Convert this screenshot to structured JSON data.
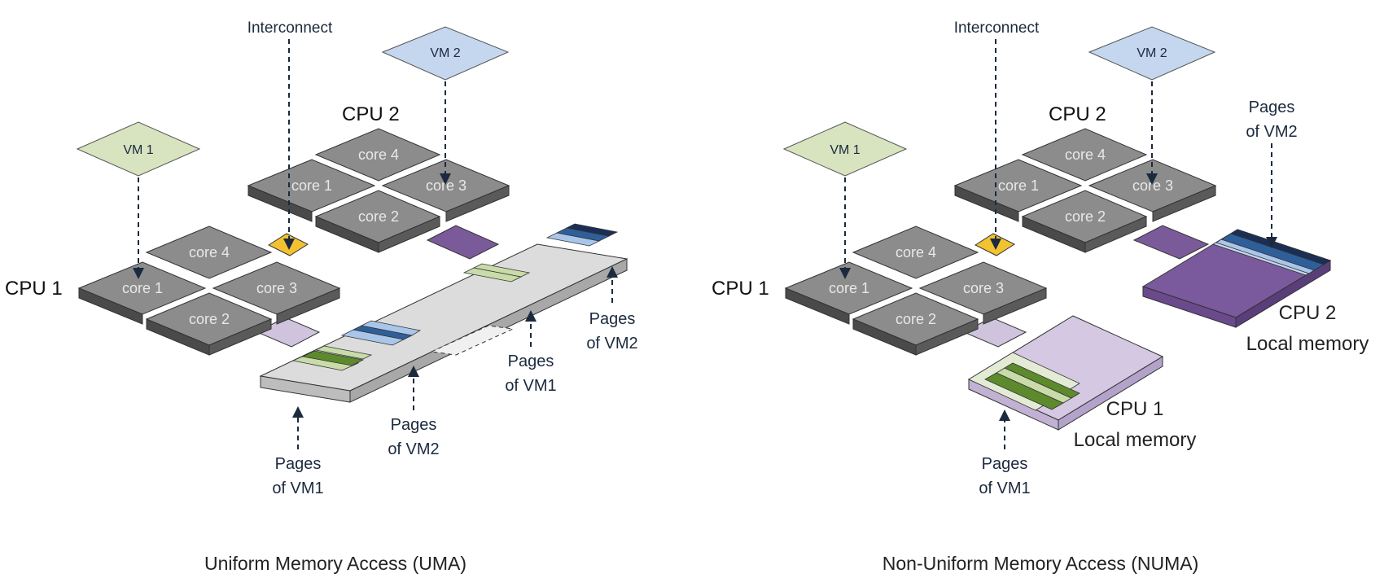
{
  "uma": {
    "caption": "Uniform Memory Access (UMA)",
    "interconnect": "Interconnect",
    "vm1": "VM 1",
    "vm2": "VM 2",
    "cpu1": "CPU 1",
    "cpu2": "CPU 2",
    "cpu1_cores": [
      "core 1",
      "core 2",
      "core 3",
      "core 4"
    ],
    "cpu2_cores": [
      "core 1",
      "core 2",
      "core 3",
      "core 4"
    ],
    "pages_vm1_a": [
      "Pages",
      "of VM1"
    ],
    "pages_vm2_a": [
      "Pages",
      "of VM2"
    ],
    "pages_vm1_b": [
      "Pages",
      "of VM1"
    ],
    "pages_vm2_b": [
      "Pages",
      "of VM2"
    ]
  },
  "numa": {
    "caption": "Non-Uniform Memory Access (NUMA)",
    "interconnect": "Interconnect",
    "vm1": "VM 1",
    "vm2": "VM 2",
    "cpu1": "CPU 1",
    "cpu2": "CPU 2",
    "cpu1_cores": [
      "core 1",
      "core 2",
      "core 3",
      "core 4"
    ],
    "cpu2_cores": [
      "core 1",
      "core 2",
      "core 3",
      "core 4"
    ],
    "pages_vm1": [
      "Pages",
      "of VM1"
    ],
    "pages_vm2": [
      "Pages",
      "of VM2"
    ],
    "cpu1_mem": [
      "CPU 1",
      "Local memory"
    ],
    "cpu2_mem": [
      "CPU 2",
      "Local memory"
    ]
  },
  "colors": {
    "core_top": "#8c8c8c",
    "core_side": "#4a4a4a",
    "vm1_fill": "#d8e4c0",
    "vm2_fill": "#c5d7ee",
    "interconnect": "#f2c230",
    "link_cpu1": "#cfc3de",
    "link_cpu2": "#7b5a9a",
    "mem_gray": "#dcdcdc",
    "vm1_page_dark": "#5c8a2c",
    "vm1_page_light": "#c9dba8",
    "vm2_page_dark": "#2f5f9a",
    "vm2_page_light": "#a9c6ea",
    "mem_numa1": "#d4c8e2",
    "mem_numa2": "#7a5a9c",
    "arrow": "#1b2a3e"
  }
}
